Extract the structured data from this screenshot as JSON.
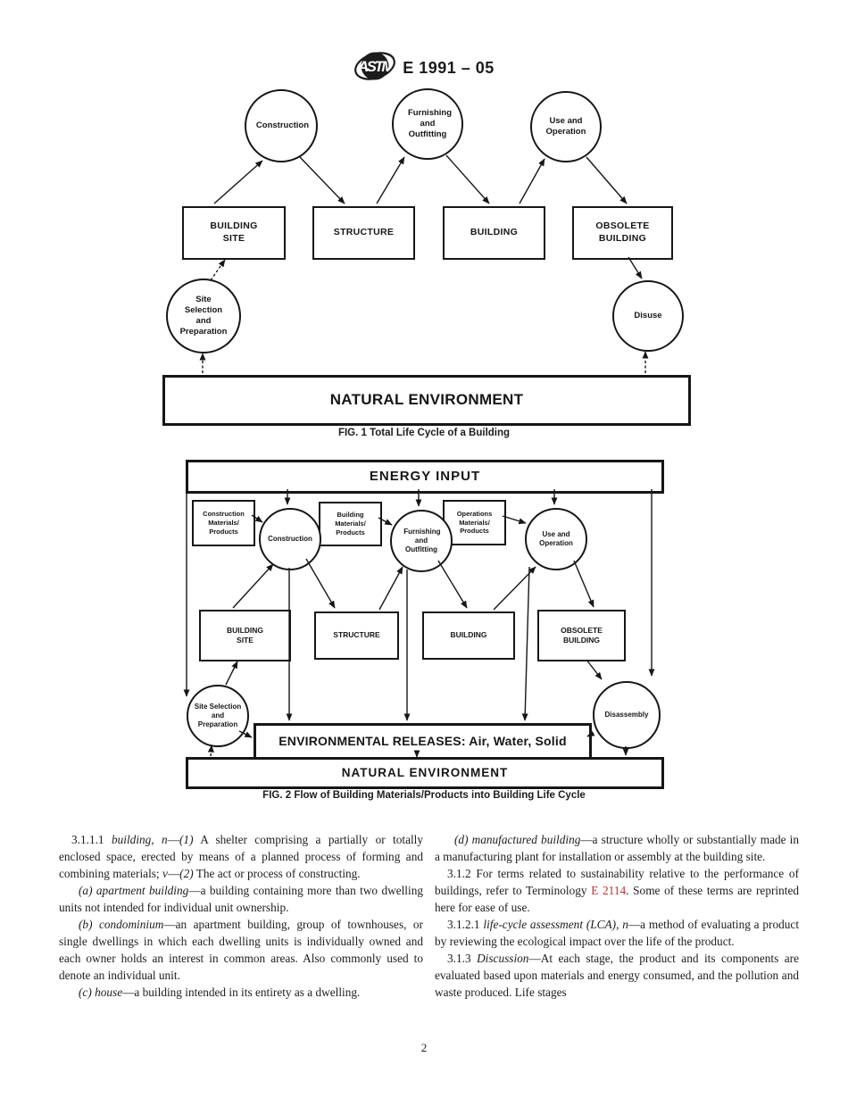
{
  "header": {
    "designation": "E 1991 – 05",
    "logo": "astm-logo"
  },
  "fig1": {
    "caption": "FIG. 1 Total Life Cycle of a Building",
    "nodes": {
      "construction": "Construction",
      "furnishing": "Furnishing and Outfitting",
      "use_operation": "Use and Operation",
      "building_site": "BUILDING SITE",
      "structure": "STRUCTURE",
      "building": "BUILDING",
      "obsolete_building": "OBSOLETE BUILDING",
      "site_selection": "Site Selection and Preparation",
      "disuse": "Disuse",
      "natural_environment": "NATURAL ENVIRONMENT"
    }
  },
  "fig2": {
    "caption": "FIG. 2 Flow of Building Materials/Products into Building Life Cycle",
    "nodes": {
      "energy_input": "ENERGY INPUT",
      "construction_materials": "Construction Materials/ Products",
      "building_materials": "Building Materials/ Products",
      "operations_materials": "Operations Materials/ Products",
      "construction": "Construction",
      "furnishing": "Furnishing and Outfitting",
      "use_operation": "Use and Operation",
      "building_site": "BUILDING SITE",
      "structure": "STRUCTURE",
      "building": "BUILDING",
      "obsolete_building": "OBSOLETE BUILDING",
      "site_selection": "Site Selection and Preparation",
      "disassembly": "Disassembly",
      "environmental_releases": "ENVIRONMENTAL RELEASES:  Air, Water, Solid",
      "natural_environment": "NATURAL ENVIRONMENT"
    }
  },
  "body": {
    "columns": [
      {
        "id": "left",
        "paragraphs": [
          {
            "indent": "num",
            "segments": [
              {
                "style": "plain",
                "text": "3.1.1.1 "
              },
              {
                "style": "italic",
                "text": "building, n"
              },
              {
                "style": "plain",
                "text": "—"
              },
              {
                "style": "italic",
                "text": "(1)"
              },
              {
                "style": "plain",
                "text": " A shelter comprising a partially or totally enclosed space, erected by means of a planned process of forming and combining materials; "
              },
              {
                "style": "italic",
                "text": "v"
              },
              {
                "style": "plain",
                "text": "—"
              },
              {
                "style": "italic",
                "text": "(2)"
              },
              {
                "style": "plain",
                "text": " The act or process of constructing."
              }
            ]
          },
          {
            "indent": "let",
            "segments": [
              {
                "style": "italic",
                "text": "(a) apartment building"
              },
              {
                "style": "plain",
                "text": "—a building containing more than two dwelling units not intended for individual unit ownership."
              }
            ]
          },
          {
            "indent": "let",
            "segments": [
              {
                "style": "italic",
                "text": "(b) condominium"
              },
              {
                "style": "plain",
                "text": "—an apartment building, group of townhouses, or single dwellings in which each dwelling units is individually owned and each owner holds an interest in common areas. Also commonly used to denote an individual unit."
              }
            ]
          },
          {
            "indent": "let",
            "segments": [
              {
                "style": "italic",
                "text": "(c) house"
              },
              {
                "style": "plain",
                "text": "—a building intended in its entirety as a dwelling."
              }
            ]
          }
        ]
      },
      {
        "id": "right",
        "paragraphs": [
          {
            "indent": "let",
            "segments": [
              {
                "style": "italic",
                "text": "(d) manufactured building"
              },
              {
                "style": "plain",
                "text": "—a structure wholly or substantially made in a manufacturing plant for installation or assembly at the building site."
              }
            ]
          },
          {
            "indent": "num",
            "segments": [
              {
                "style": "plain",
                "text": "3.1.2 For terms related to sustainability relative to the performance of buildings, refer to Terminology "
              },
              {
                "style": "ref",
                "text": "E 2114"
              },
              {
                "style": "plain",
                "text": ". Some of these terms are reprinted here for ease of use."
              }
            ]
          },
          {
            "indent": "num",
            "segments": [
              {
                "style": "plain",
                "text": "3.1.2.1 "
              },
              {
                "style": "italic",
                "text": "life-cycle assessment (LCA), n"
              },
              {
                "style": "plain",
                "text": "—a method of evaluating a product by reviewing the ecological impact over the life of the product."
              }
            ]
          },
          {
            "indent": "num",
            "segments": [
              {
                "style": "plain",
                "text": "3.1.3 "
              },
              {
                "style": "italic",
                "text": "Discussion"
              },
              {
                "style": "plain",
                "text": "—At each stage, the product and its components are evaluated based upon materials and energy consumed, and the pollution and waste produced. Life stages"
              }
            ]
          }
        ]
      }
    ]
  },
  "page": {
    "number": "2"
  },
  "colors": {
    "ink": "#1c1c1c",
    "reference_red": "#c03030",
    "paper": "#ffffff"
  }
}
